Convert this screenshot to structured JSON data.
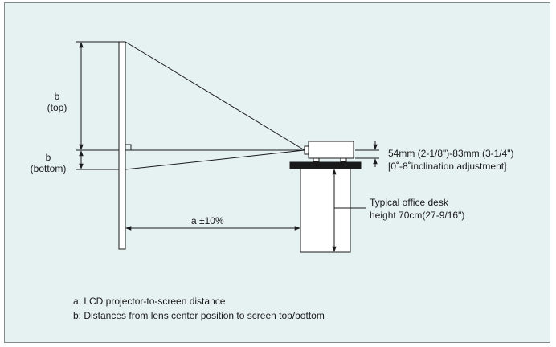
{
  "labels": {
    "b_top_letter": "b",
    "b_top_word": "(top)",
    "b_bottom_letter": "b",
    "b_bottom_word": "(bottom)",
    "distance": "a ±10%",
    "inclination_line1": "54mm (2-1/8\")-83mm (3-1/4\")",
    "inclination_line2": "[0˚-8˚inclination adjustment]",
    "desk_line1": "Typical office desk",
    "desk_line2": "height 70cm(27-9/16\")"
  },
  "legend": {
    "a": "a: LCD projector-to-screen distance",
    "b": "b: Distances from lens center position to screen top/bottom"
  },
  "colors": {
    "background": "#e6f1f1",
    "line": "#1a1a1a",
    "desk_top": "#1a1a1a",
    "projector": "#ffffff"
  }
}
